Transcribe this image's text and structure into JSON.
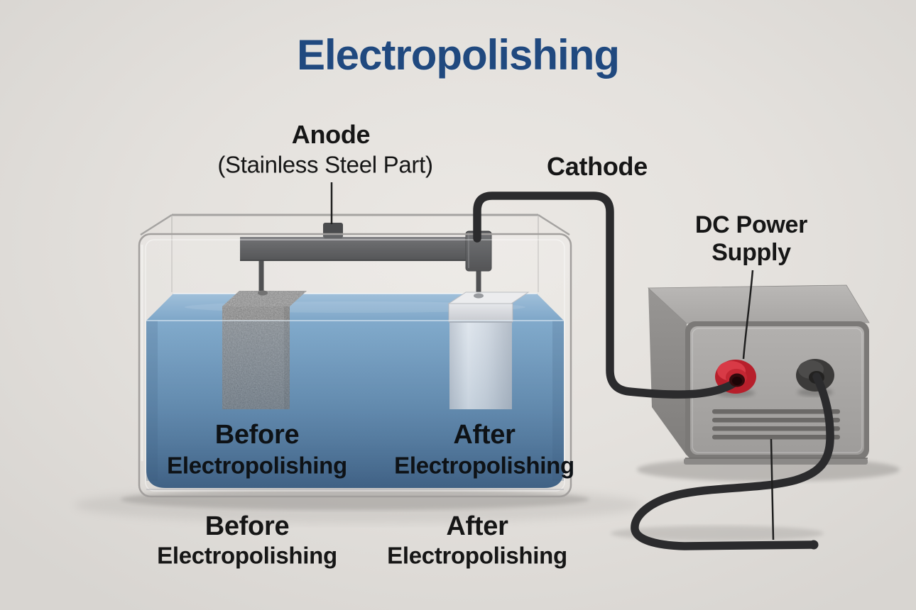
{
  "title": "Electropolishing",
  "labels": {
    "anode": {
      "line1": "Anode",
      "line2": "(Stainless Steel Part)"
    },
    "cathode": "Cathode",
    "power_supply": {
      "line1": "DC Power",
      "line2": "Supply"
    },
    "tank": {
      "before": {
        "line1": "Before",
        "line2": "Electropolishing"
      },
      "after": {
        "line1": "After",
        "line2": "Electropolishing"
      }
    },
    "caption": {
      "before": {
        "line1": "Before",
        "line2": "Electropolishing"
      },
      "after": {
        "line1": "After",
        "line2": "Electropolishing"
      }
    }
  },
  "colors": {
    "background": "#e4e1dd",
    "title_navy": "#20497f",
    "electrolyte_blue": "#6f9dc4",
    "rough_electrode_gray": "#8e8e8e",
    "polished_electrode_silver": "#dfe1e5",
    "busbar_dark_gray": "#46474a",
    "cable_black": "#2b2b2d",
    "power_supply_gray": "#a8a6a4",
    "terminal_positive_red": "#c0212e",
    "terminal_negative_black": "#3a3938"
  }
}
